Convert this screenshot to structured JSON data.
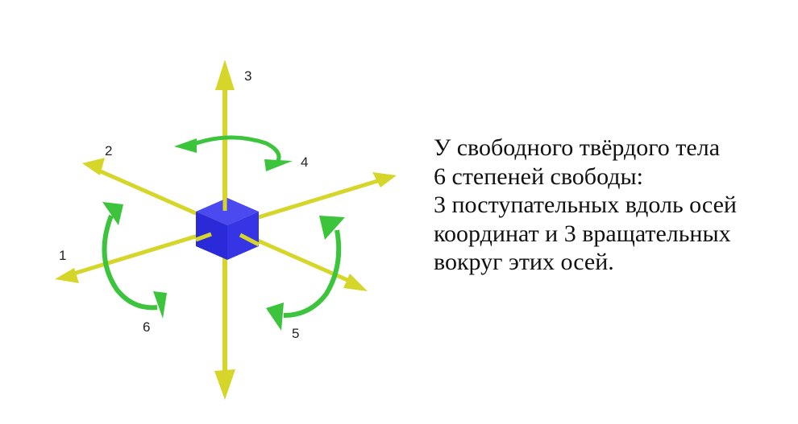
{
  "colors": {
    "background": "#ffffff",
    "axis": "#d6d62a",
    "rotation": "#3cc43c",
    "cube_front": "#2a2ad8",
    "cube_side": "#3535e6",
    "cube_top": "#4a4af0",
    "text": "#111111"
  },
  "diagram": {
    "axes": [
      {
        "id": "1",
        "label": "1",
        "kind": "translation"
      },
      {
        "id": "2",
        "label": "2",
        "kind": "translation"
      },
      {
        "id": "3",
        "label": "3",
        "kind": "translation"
      }
    ],
    "rotations": [
      {
        "id": "4",
        "label": "4",
        "kind": "rotation"
      },
      {
        "id": "5",
        "label": "5",
        "kind": "rotation"
      },
      {
        "id": "6",
        "label": "6",
        "kind": "rotation"
      }
    ],
    "body": "cube"
  },
  "caption": {
    "lines": [
      "У свободного твёрдого тела",
      "6 степеней свободы:",
      "3 поступательных вдоль осей",
      "координат и 3 вращательных",
      "вокруг этих осей."
    ]
  }
}
